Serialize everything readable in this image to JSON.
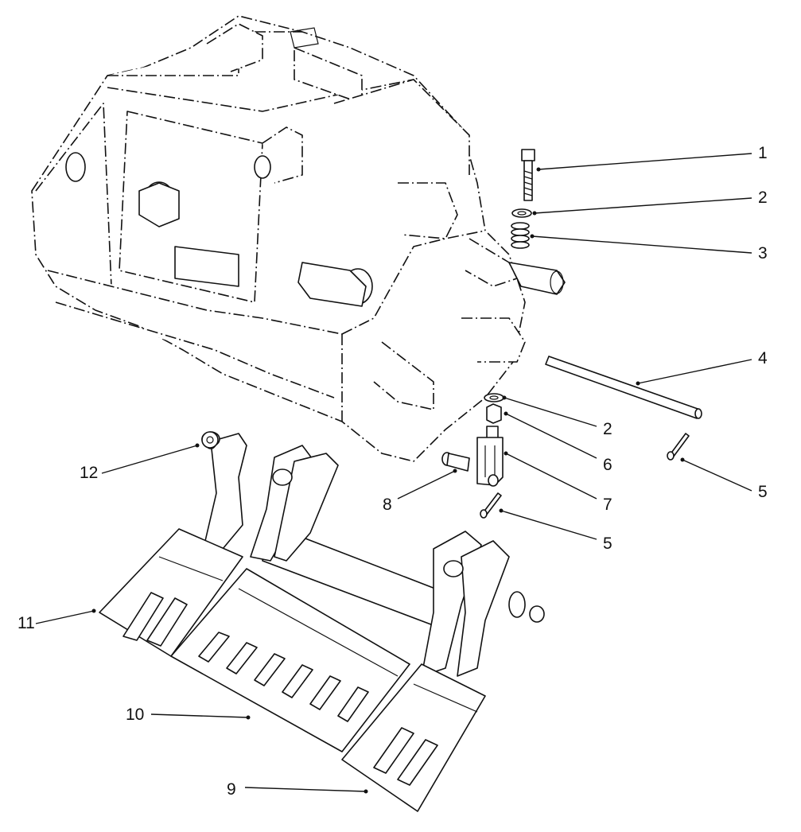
{
  "colors": {
    "ink": "#111111",
    "paper": "#ffffff"
  },
  "callouts": {
    "c1": "1",
    "c2a": "2",
    "c3": "3",
    "c4": "4",
    "c2b": "2",
    "c6": "6",
    "c5a": "5",
    "c7": "7",
    "c5b": "5",
    "c8": "8",
    "c12": "12",
    "c11": "11",
    "c10": "10",
    "c9": "9"
  }
}
